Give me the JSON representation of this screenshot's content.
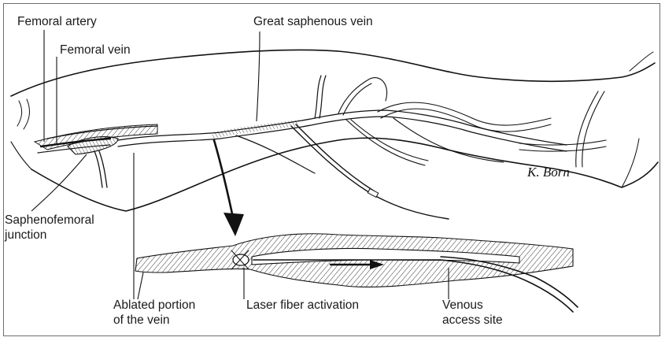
{
  "labels": {
    "femoral_artery": "Femoral artery",
    "femoral_vein": "Femoral vein",
    "great_saphenous_vein": "Great saphenous vein",
    "saphenofemoral_line1": "Saphenofemoral",
    "saphenofemoral_line2": "junction",
    "ablated_line1": "Ablated portion",
    "ablated_line2": "of the vein",
    "laser_fiber": "Laser fiber activation",
    "venous_line1": "Venous",
    "venous_line2": "access site"
  },
  "signature": "K. Born",
  "colors": {
    "ink": "#111111",
    "frame": "#6e6e6e",
    "background": "#ffffff"
  }
}
